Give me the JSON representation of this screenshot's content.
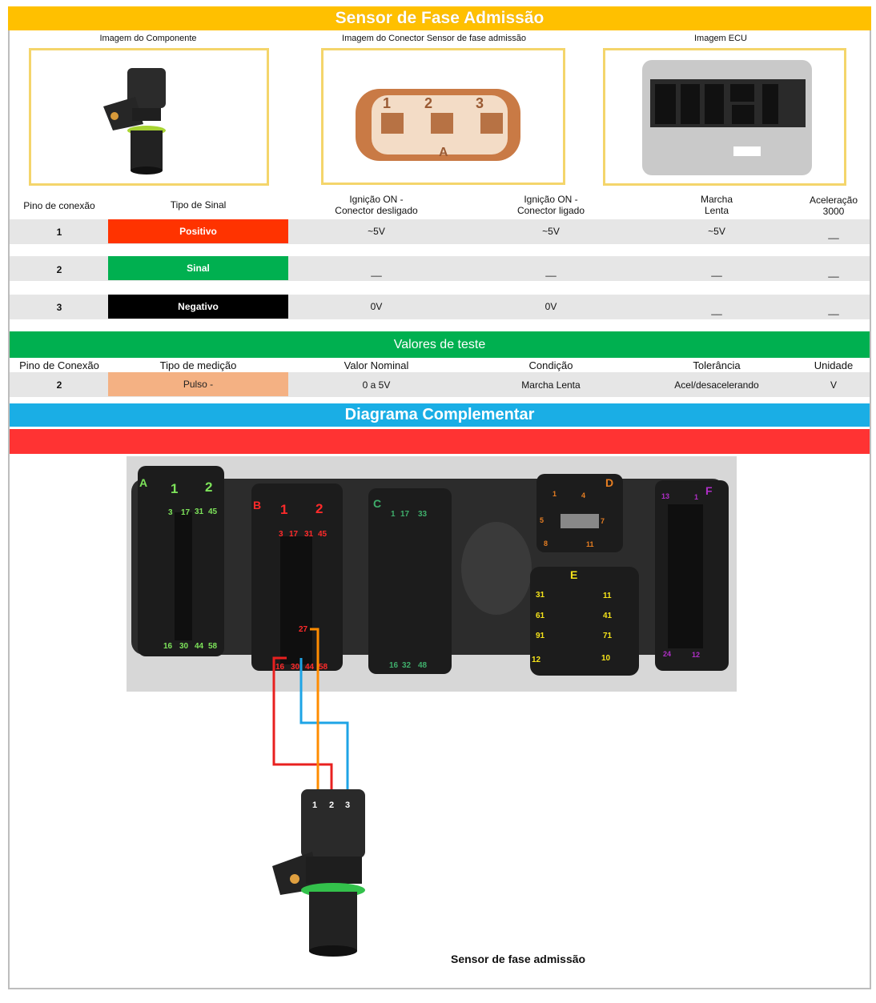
{
  "title": "Sensor de Fase Admissão",
  "images": {
    "component_caption": "Imagem do Componente",
    "connector_caption": "Imagem do Conector Sensor de fase admissão",
    "ecu_caption": "Imagem ECU",
    "connector_pins": [
      "1",
      "2",
      "3"
    ],
    "connector_letter": "A"
  },
  "signal_table": {
    "headers": {
      "pin": "Pino de conexão",
      "type": "Tipo de Sinal",
      "ign_off_line1": "Ignição ON -",
      "ign_off_line2": "Conector desligado",
      "ign_on_line1": "Ignição ON -",
      "ign_on_line2": "Conector ligado",
      "idle_line1": "Marcha",
      "idle_line2": "Lenta",
      "accel_line1": "Aceleração",
      "accel_line2": "3000"
    },
    "rows": [
      {
        "pin": "1",
        "type": "Positivo",
        "color": "#ff3300",
        "ign_off": "~5V",
        "ign_on": "~5V",
        "idle": "~5V",
        "accel": "__"
      },
      {
        "pin": "2",
        "type": "Sinal",
        "color": "#00b050",
        "ign_off": "__",
        "ign_on": "__",
        "idle": "__",
        "accel": "__"
      },
      {
        "pin": "3",
        "type": "Negativo",
        "color": "#000000",
        "ign_off": "0V",
        "ign_on": "0V",
        "idle": "__",
        "accel": "__"
      }
    ]
  },
  "test_values": {
    "title": "Valores de teste",
    "headers": {
      "pin": "Pino de Conexão",
      "measure": "Tipo de medição",
      "nominal": "Valor Nominal",
      "condition": "Condição",
      "tolerance": "Tolerância",
      "unit": "Unidade"
    },
    "row": {
      "pin": "2",
      "measure": "Pulso -",
      "measure_color": "#f4b183",
      "nominal": "0 a 5V",
      "condition": "Marcha Lenta",
      "tolerance": "Acel/desacelerando",
      "unit": "V"
    }
  },
  "diagram": {
    "title": "Diagrama Complementar",
    "connectors": {
      "A": {
        "letter": "A",
        "top": [
          "1",
          "2"
        ],
        "row1": [
          "3",
          "17",
          "31",
          "45"
        ],
        "bottom": [
          "16",
          "30",
          "44",
          "58"
        ]
      },
      "B": {
        "letter": "B",
        "top": [
          "1",
          "2"
        ],
        "row1": [
          "3",
          "17",
          "31",
          "45"
        ],
        "mid": "27",
        "bottom": [
          "16",
          "30",
          "44",
          "58"
        ]
      },
      "C": {
        "letter": "C",
        "row1": [
          "1",
          "17",
          "33"
        ],
        "bottom": [
          "16",
          "32",
          "48"
        ]
      },
      "D": {
        "letter": "D",
        "pins": [
          "1",
          "4",
          "5",
          "7",
          "8",
          "11"
        ]
      },
      "E": {
        "letter": "E",
        "left": [
          "31",
          "61",
          "91",
          "12"
        ],
        "right": [
          "11",
          "41",
          "71",
          "10"
        ]
      },
      "F": {
        "letter": "F",
        "pins": [
          "13",
          "1",
          "24",
          "12"
        ]
      }
    },
    "sensor_pins": [
      "1",
      "2",
      "3"
    ],
    "sensor_caption": "Sensor de fase admissão",
    "wire_colors": {
      "pin1": "#ff8c00",
      "pin2": "#e8201f",
      "pin3": "#1ea4e6"
    }
  }
}
